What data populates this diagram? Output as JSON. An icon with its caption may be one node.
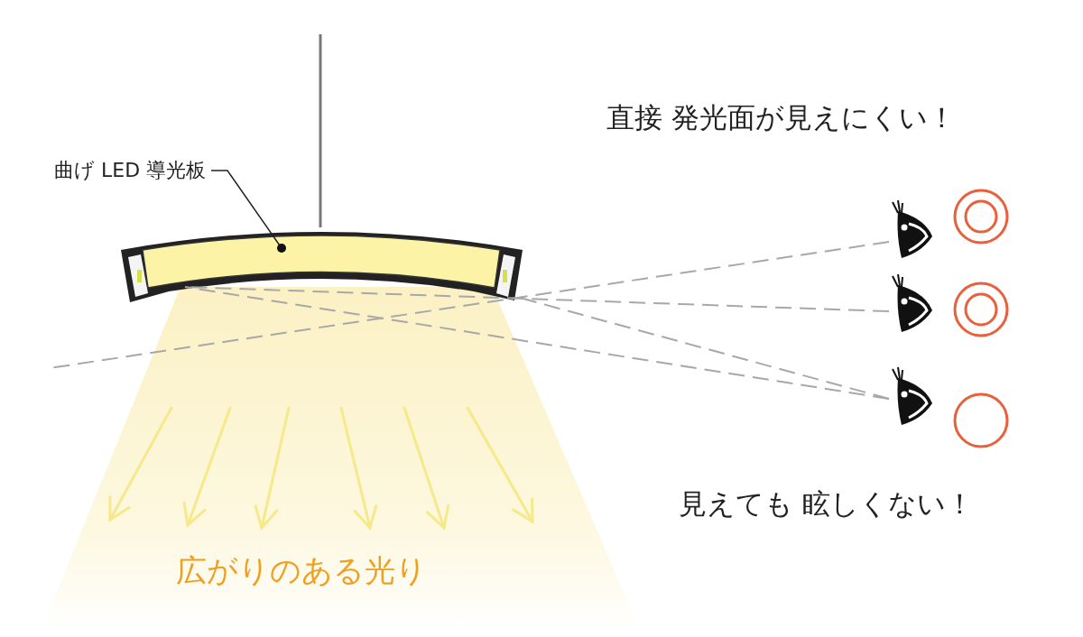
{
  "diagram": {
    "nodes": [
      {
        "text": [
          "曲げ LED 導光板"
        ]
      },
      {
        "text": [],
        "shape": "bar"
      },
      {
        "text": [],
        "shape": "bar",
        "in": 1
      },
      {
        "text": [],
        "shape": "eye"
      },
      {
        "text": [],
        "shape": "eye"
      },
      {
        "text": [],
        "shape": "eye"
      }
    ],
    "edges": [
      {
        "from": 0,
        "to": 2,
        "arrow": "other",
        "color": "#222222"
      },
      {
        "from": 3,
        "to": null,
        "arrow": "none",
        "style": "dashed"
      },
      {
        "from": 4,
        "to": 1,
        "arrow": "none",
        "style": "dashed"
      },
      {
        "from": 5,
        "to": 1,
        "arrow": "none",
        "style": "dashed"
      },
      {
        "from": 5,
        "to": 1,
        "arrow": "none",
        "style": "dashed"
      }
    ],
    "labels": [
      "直接 発光面が見えにくい！",
      "見えても 眩しくない！",
      "広がりのある光り"
    ]
  }
}
